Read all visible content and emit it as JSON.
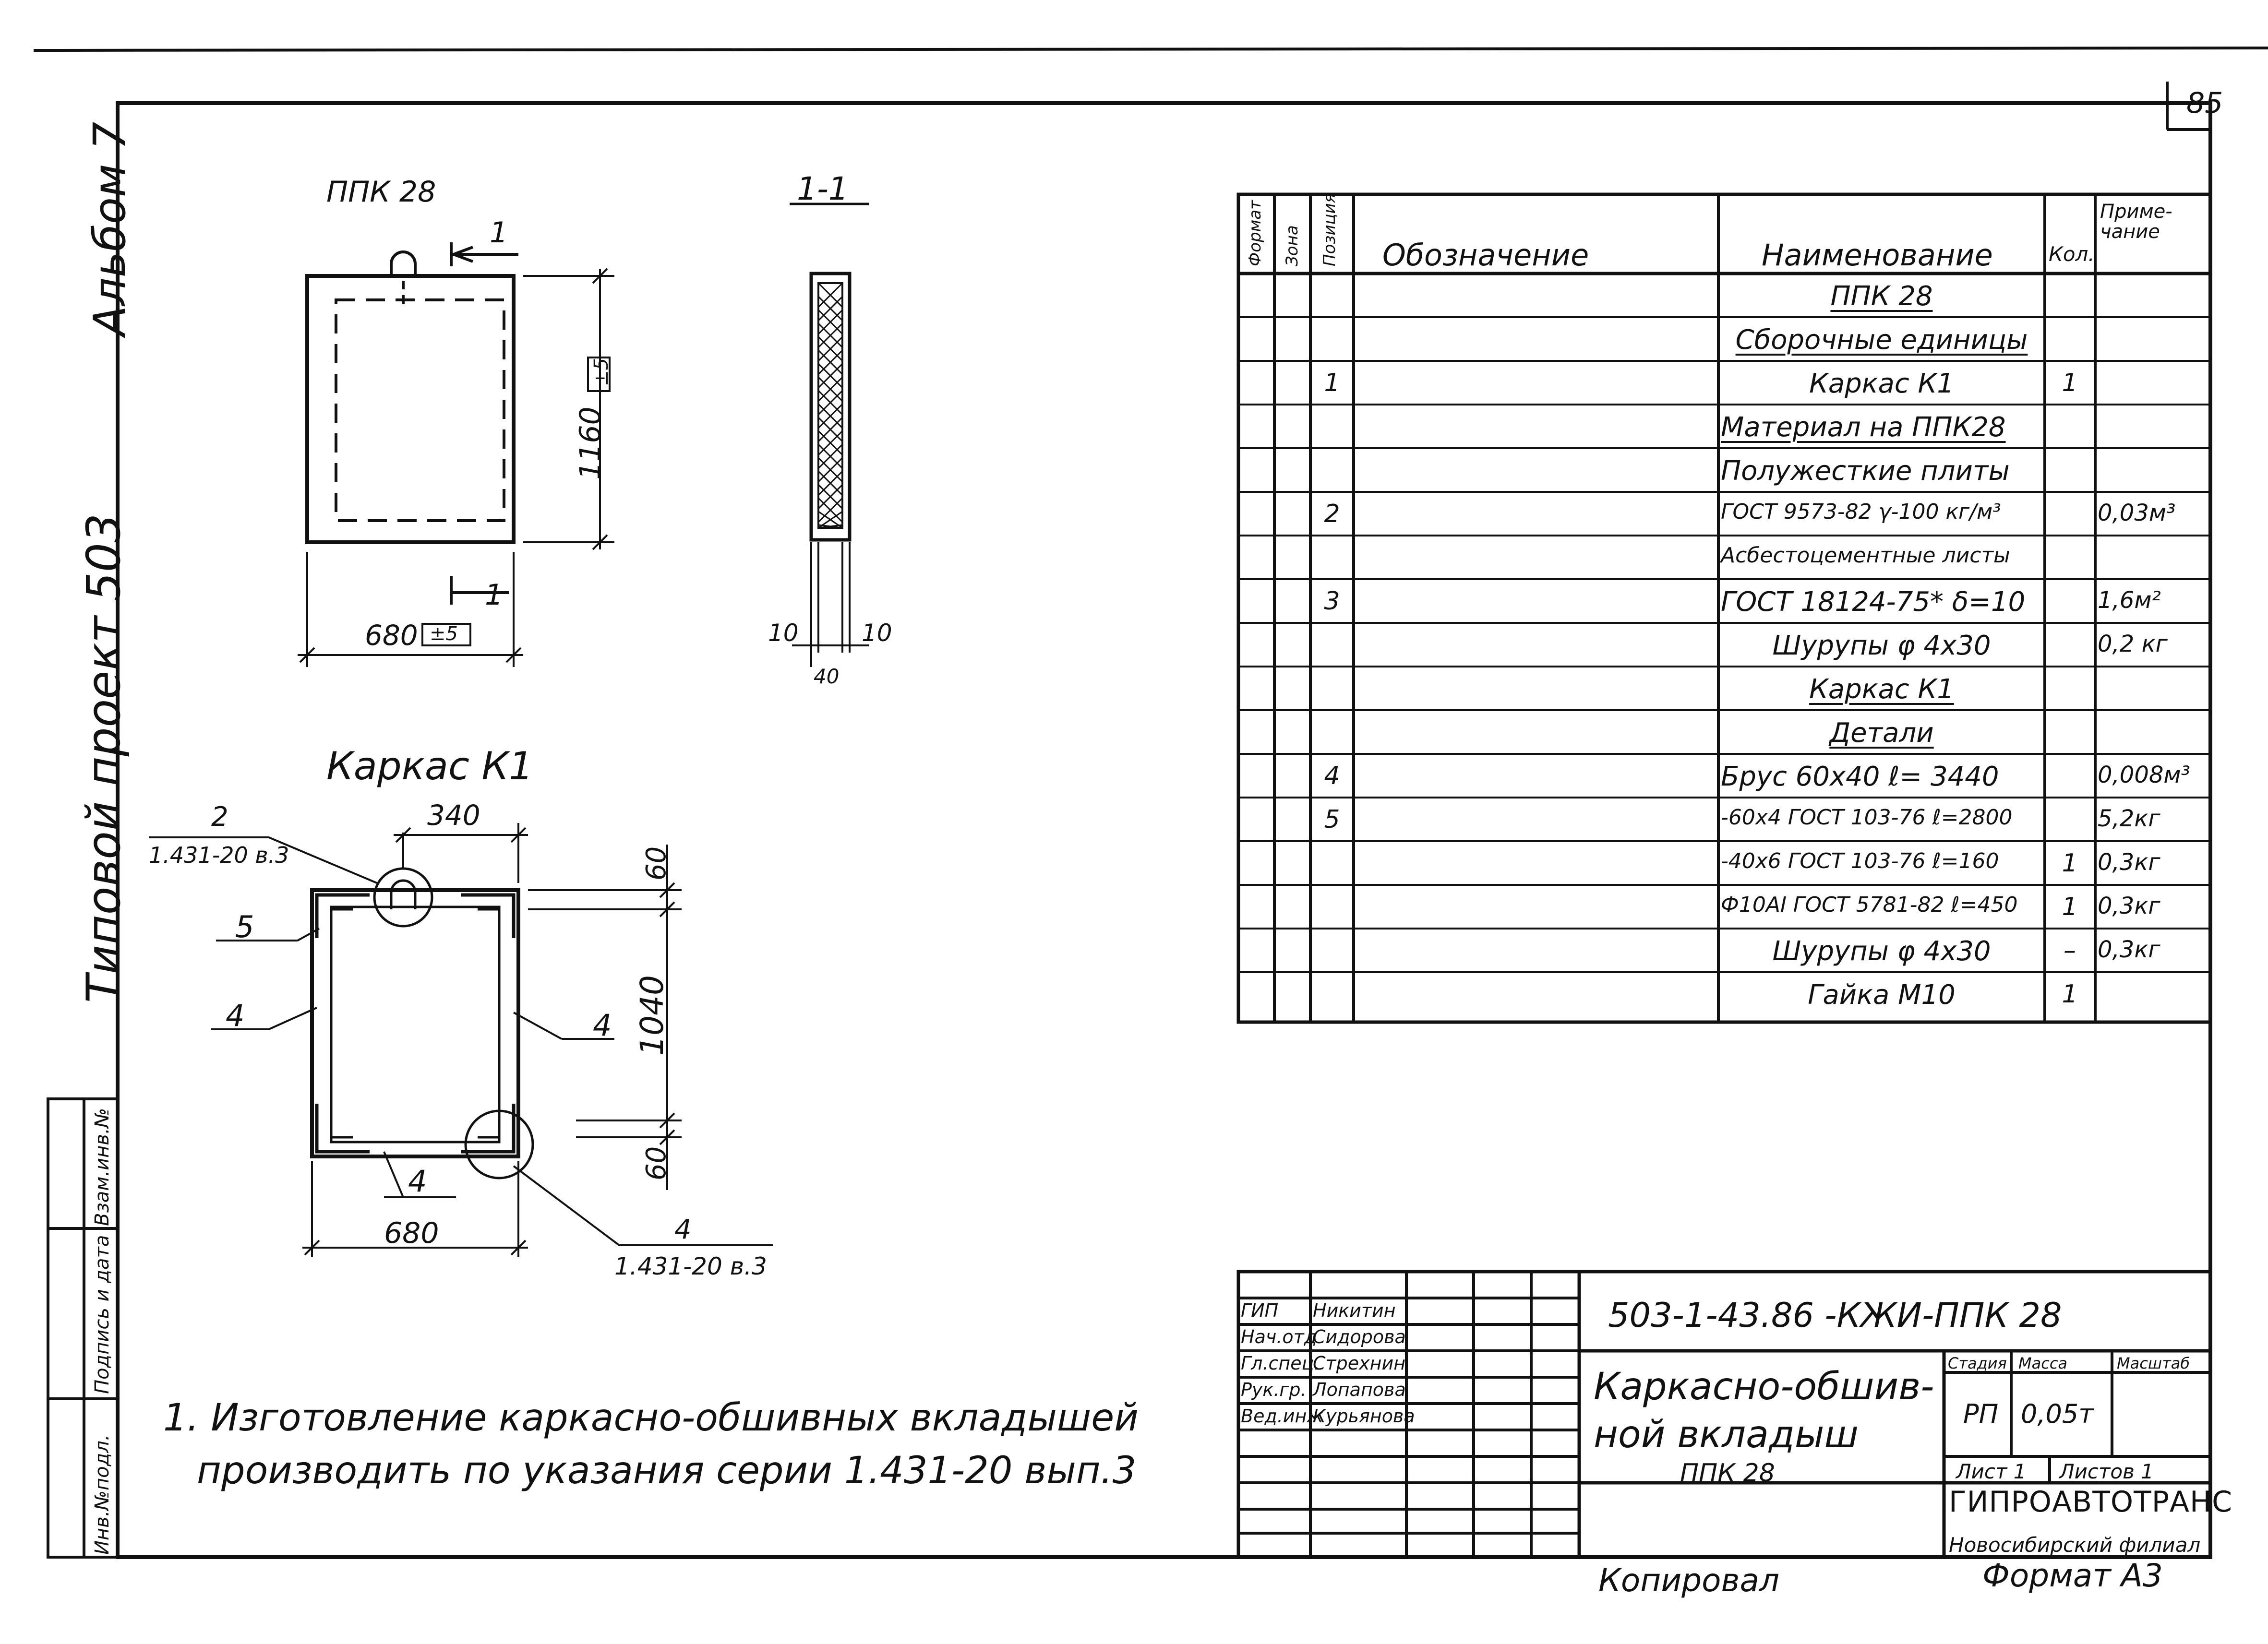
{
  "page_number": "85",
  "side_text": {
    "album": "Альбом 7",
    "project": "Типовой проект 503"
  },
  "stamp_column": {
    "cells": [
      "Инв.№подл.",
      "Подпись и дата",
      "Взам.инв.№"
    ]
  },
  "drawing_ppk": {
    "title": "ППК 28",
    "section_mark": "1",
    "height_dim": "1160",
    "height_tol": "±5",
    "width_dim": "680",
    "width_tol": "±5"
  },
  "section_view": {
    "title": "1-1",
    "dim_left": "10",
    "dim_right": "10",
    "dim_total": "40"
  },
  "frame_view": {
    "title": "Каркас К1",
    "top_dim": "340",
    "dim_60_top": "60",
    "dim_1040": "1040",
    "dim_60_bottom": "60",
    "bottom_dim": "680",
    "ref_top_num": "2",
    "ref_top_series": "1.431-20 в.3",
    "ref_bottom_num": "4",
    "ref_bottom_series": "1.431-20 в.3",
    "pos_5": "5",
    "pos_4_left": "4",
    "pos_4_right": "4",
    "pos_4_bottom": "4"
  },
  "note": {
    "line1": "1. Изготовление каркасно-обшивных вкладышей",
    "line2": "производить по указания серии 1.431-20 вып.3"
  },
  "spec_table": {
    "headers": {
      "format": "Формат",
      "zone": "Зона",
      "pos": "Позиция",
      "designation": "Обозначение",
      "name": "Наименование",
      "qty": "Кол.",
      "note": "Приме-чание"
    },
    "rows": [
      {
        "pos": "",
        "name": "ППК 28",
        "qty": "",
        "note": "",
        "style": "underline-center"
      },
      {
        "pos": "",
        "name": "Сборочные единицы",
        "qty": "",
        "note": "",
        "style": "underline-center"
      },
      {
        "pos": "1",
        "name": "Каркас К1",
        "qty": "1",
        "note": "",
        "style": "center"
      },
      {
        "pos": "",
        "name": "Материал на ППК28",
        "qty": "",
        "note": "",
        "style": "underline"
      },
      {
        "pos": "",
        "name": "Полужесткие плиты",
        "qty": "",
        "note": "",
        "style": ""
      },
      {
        "pos": "2",
        "name": "ГОСТ 9573-82 γ-100 кг/м³",
        "qty": "",
        "note": "0,03м³",
        "style": ""
      },
      {
        "pos": "",
        "name": "Асбестоцементные листы",
        "qty": "",
        "note": "",
        "style": ""
      },
      {
        "pos": "3",
        "name": "ГОСТ 18124-75* δ=10",
        "qty": "",
        "note": "1,6м²",
        "style": ""
      },
      {
        "pos": "",
        "name": "Шурупы φ 4х30",
        "qty": "",
        "note": "0,2 кг",
        "style": "center"
      },
      {
        "pos": "",
        "name": "Каркас К1",
        "qty": "",
        "note": "",
        "style": "underline-center"
      },
      {
        "pos": "",
        "name": "Детали",
        "qty": "",
        "note": "",
        "style": "underline-center"
      },
      {
        "pos": "4",
        "name": "Брус 60х40 ℓ= 3440",
        "qty": "",
        "note": "0,008м³",
        "style": ""
      },
      {
        "pos": "5",
        "name": "-60х4 ГОСТ 103-76 ℓ=2800",
        "qty": "",
        "note": "5,2кг",
        "style": ""
      },
      {
        "pos": "",
        "name": "-40х6 ГОСТ 103-76 ℓ=160",
        "qty": "1",
        "note": "0,3кг",
        "style": ""
      },
      {
        "pos": "",
        "name": "Ф10АI ГОСТ 5781-82 ℓ=450",
        "qty": "1",
        "note": "0,3кг",
        "style": ""
      },
      {
        "pos": "",
        "name": "Шурупы φ 4х30",
        "qty": "–",
        "note": "0,3кг",
        "style": "center"
      },
      {
        "pos": "",
        "name": "Гайка М10",
        "qty": "1",
        "note": "",
        "style": "center"
      }
    ]
  },
  "title_block": {
    "doc_code": "503-1-43.86 -КЖИ-ППК 28",
    "staff": [
      {
        "role": "ГИП",
        "name": "Никитин"
      },
      {
        "role": "Нач.отд",
        "name": "Сидорова"
      },
      {
        "role": "Гл.спец.",
        "name": "Стрехнин"
      },
      {
        "role": "Рук.гр.",
        "name": "Лопапова"
      },
      {
        "role": "Вед.инж",
        "name": "Курьянова"
      }
    ],
    "product_line1": "Каркасно-обшив-",
    "product_line2": "ной вкладыш",
    "product_line3": "ППК 28",
    "stage_label": "Стадия",
    "mass_label": "Масса",
    "scale_label": "Масштаб",
    "stage": "РП",
    "mass": "0,05т",
    "sheet_label": "Лист 1",
    "sheets_label": "Листов 1",
    "org": "ГИПРОАВТОТРАНС",
    "org_branch": "Новосибирский филиал"
  },
  "footer": {
    "copied": "Копировал",
    "format": "Формат А3"
  }
}
